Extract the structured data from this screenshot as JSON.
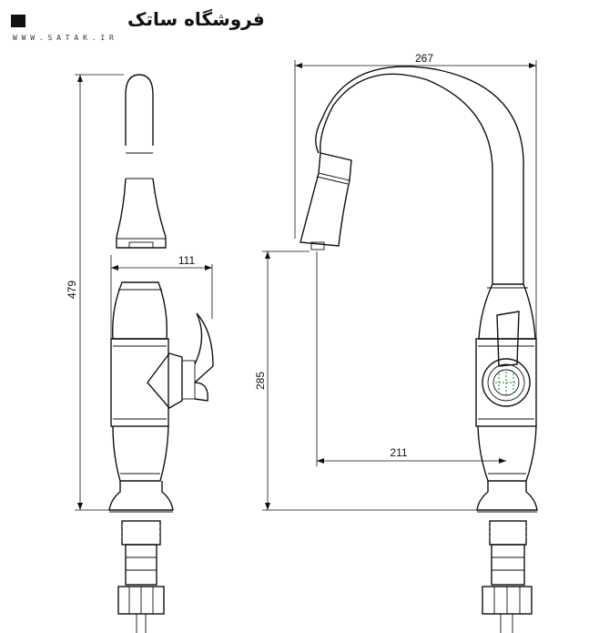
{
  "logo": {
    "brand_text": "فروشگاه ساتک",
    "website": "W W W . S A T A K . I R"
  },
  "dimensions": {
    "height_total": "479",
    "spout_offset_side": "111",
    "width_total": "267",
    "spout_height": "285",
    "spout_reach": "211"
  },
  "colors": {
    "line": "#111111",
    "background": "#ffffff",
    "accent_green": "#2e9b4f"
  }
}
